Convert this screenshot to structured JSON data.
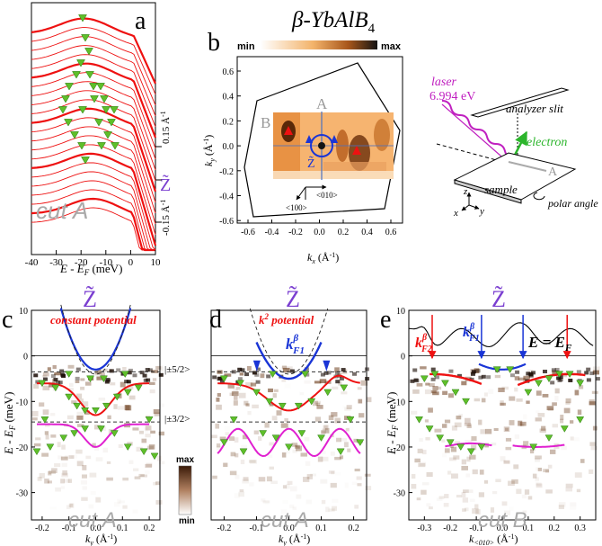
{
  "figure": {
    "title": "β-YbAlB",
    "title_sub": "4",
    "panels": {
      "a": {
        "letter": "a",
        "cut_label": "cut A",
        "xlabel": "E - E",
        "xlabel_sub": "F",
        "xlabel_unit": " (meV)",
        "xticks": [
          "-40",
          "-30",
          "-20",
          "-10",
          "0",
          "10"
        ],
        "side_labels": [
          "0.15 Å",
          "-0.15 Å"
        ],
        "side_sup": "-1",
        "z_label": "Z̃"
      },
      "b": {
        "letter": "b",
        "colorbar_min": "min",
        "colorbar_max": "max",
        "xlabel": "k",
        "xlabel_sub": "x",
        "xlabel_unit": " (Å",
        "ylabel": "k",
        "ylabel_sub": "y",
        "ylabel_unit": " (Å",
        "unit_sup": "-1",
        "xticks": [
          "-0.6",
          "-0.4",
          "-0.2",
          "0.0",
          "0.2",
          "0.4",
          "0.6"
        ],
        "yticks": [
          "0.6",
          "0.4",
          "0.2",
          "0.0",
          "-0.2",
          "-0.4",
          "-0.6"
        ],
        "point_A": "A",
        "point_B": "B",
        "point_Z": "Z̃",
        "dir_010": "<010>",
        "dir_100": "<100>"
      },
      "setup": {
        "laser": "laser",
        "laser_energy": "6.994 eV",
        "analyzer": "analyzer slit",
        "electron": "electron",
        "sample": "sample",
        "polar": "polar angle",
        "A": "A",
        "x": "x",
        "y": "y",
        "z": "z"
      },
      "c": {
        "letter": "c",
        "header": "Z̃",
        "title": "constant potential",
        "cut_label": "cut A",
        "ylabel": "E - E",
        "ylabel_sub": "F",
        "ylabel_unit": " (meV)",
        "xlabel": "k",
        "xlabel_sub": "y",
        "xlabel_unit": " (Å",
        "xlabel_sup": "-1",
        "yticks": [
          "10",
          "0",
          "-10",
          "-20",
          "-30"
        ],
        "xticks": [
          "-0.2",
          "-0.1",
          "0.0",
          "0.1",
          "0.2"
        ],
        "level_52": "|±5/2>",
        "level_32": "|±3/2>",
        "cb_max": "max",
        "cb_min": "min"
      },
      "d": {
        "letter": "d",
        "header": "Z̃",
        "title_k": "k",
        "title_sup": "2",
        "title_rest": " potential",
        "kf_k": "k",
        "kf_sup": "β",
        "kf_sub": "F1",
        "cut_label": "cut A",
        "xlabel": "k",
        "xlabel_sub": "y",
        "xlabel_unit": " (Å",
        "xlabel_sup": "-1",
        "xticks": [
          "-0.2",
          "-0.1",
          "0.0",
          "0.1",
          "0.2"
        ]
      },
      "e": {
        "letter": "e",
        "header": "Z̃",
        "eq": "E = E",
        "eq_sub": "F",
        "kf2_k": "k",
        "kf2_sup": "β",
        "kf2_sub": "F2",
        "kf1_k": "k",
        "kf1_sup": "β",
        "kf1_sub": "F1",
        "cut_label": "cut B",
        "ylabel": "E - E",
        "ylabel_sub": "F",
        "ylabel_unit": " (meV)",
        "xlabel": "k",
        "xlabel_sub": "<010>",
        "xlabel_unit": " (Å",
        "xlabel_sup": "-1",
        "yticks": [
          "10",
          "0",
          "-10",
          "-20",
          "-30"
        ],
        "xticks": [
          "-0.3",
          "-0.2",
          "-0.1",
          "0.0",
          "0.1",
          "0.2",
          "0.3"
        ]
      }
    },
    "colors": {
      "red": "#ee1111",
      "blue": "#1a35d6",
      "green": "#5fbf2a",
      "magenta": "#e020d0",
      "purple": "#7a3ed0",
      "gray": "#9a9a9a",
      "orange": "#d9781f"
    }
  }
}
